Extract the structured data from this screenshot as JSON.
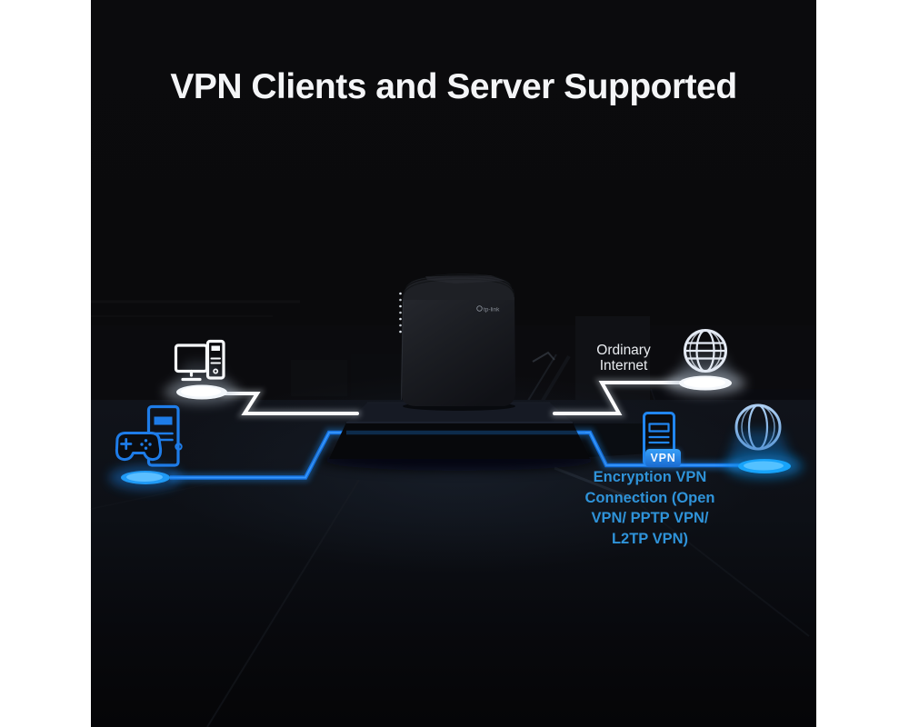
{
  "title": "VPN Clients and Server Supported",
  "scene": {
    "ordinary_internet_label": "Ordinary Internet",
    "vpn_note_lines": [
      "Encryption VPN",
      "Connection (Open",
      "VPN/ PPTP VPN/",
      "L2TP VPN)"
    ],
    "vpn_badge": "VPN",
    "router_brand": "tp-link",
    "colors": {
      "page_background": "#ffffff",
      "scene_background": "#0a0b0d",
      "accent_blue": "#1e7ce8",
      "glow_blue": "#21a3ff",
      "note_text_blue": "#2f93d9",
      "badge_blue": "#2b8ff0",
      "line_white": "#fbfbfc"
    },
    "icons": {
      "desktop_computer": "desktop-computer-icon",
      "gaming_pc": "gaming-pc-icon",
      "internet_globe": "globe-icon",
      "vpn_globe": "globe-icon",
      "vpn_server": "server-tower-icon"
    }
  }
}
